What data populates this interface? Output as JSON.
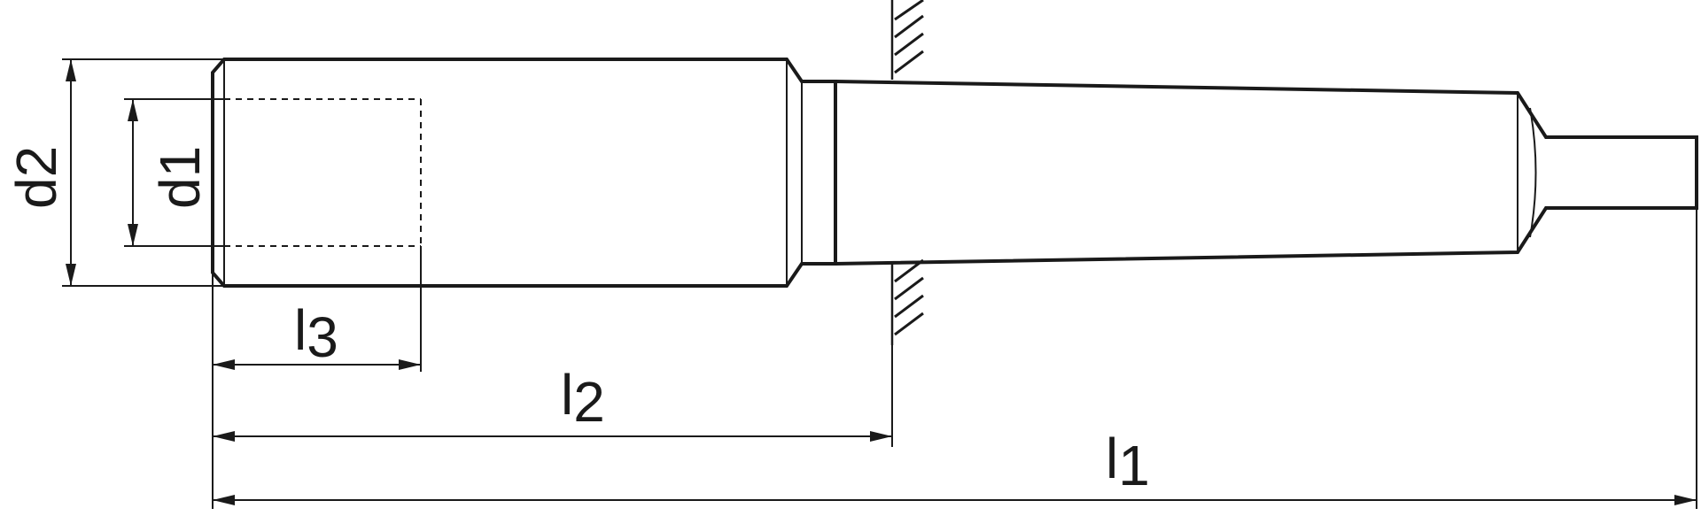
{
  "diagram": {
    "colors": {
      "line": "#1a1a1a",
      "background": "#ffffff"
    },
    "dimensions": {
      "d2": {
        "base": "d",
        "sub": "2"
      },
      "d1": {
        "base": "d",
        "sub": "1"
      },
      "l3": {
        "base": "l",
        "sub": "3"
      },
      "l2": {
        "base": "l",
        "sub": "2"
      },
      "l1": {
        "base": "l",
        "sub": "1"
      }
    }
  }
}
